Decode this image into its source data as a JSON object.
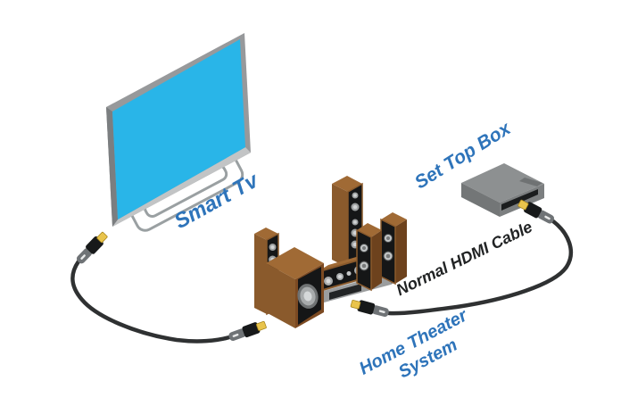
{
  "diagram": {
    "description": "HDMI wiring diagram connecting a Smart TV, a Home Theater System and a Set Top Box",
    "labels": {
      "smart_tv": "Smart Tv",
      "set_top_box": "Set Top Box",
      "cable": "Normal HDMI Cable",
      "home_theater_line1": "Home Theater",
      "home_theater_line2": "System"
    }
  },
  "colors": {
    "label_blue": "#2e74ba",
    "cable_label_black": "#212324",
    "tv_screen_cyan": "#29b5e8",
    "tv_frame_gray": "#97999b",
    "stand_gray": "#9aa0a2",
    "wood_brown": "#8a5a2c",
    "wood_brown_light": "#a06a35",
    "wood_brown_dark": "#6d421d",
    "panel_black": "#151617",
    "stb_gray": "#8d9091",
    "cable_black": "#2f3132",
    "hdmi_gold": "#e9c44c"
  }
}
